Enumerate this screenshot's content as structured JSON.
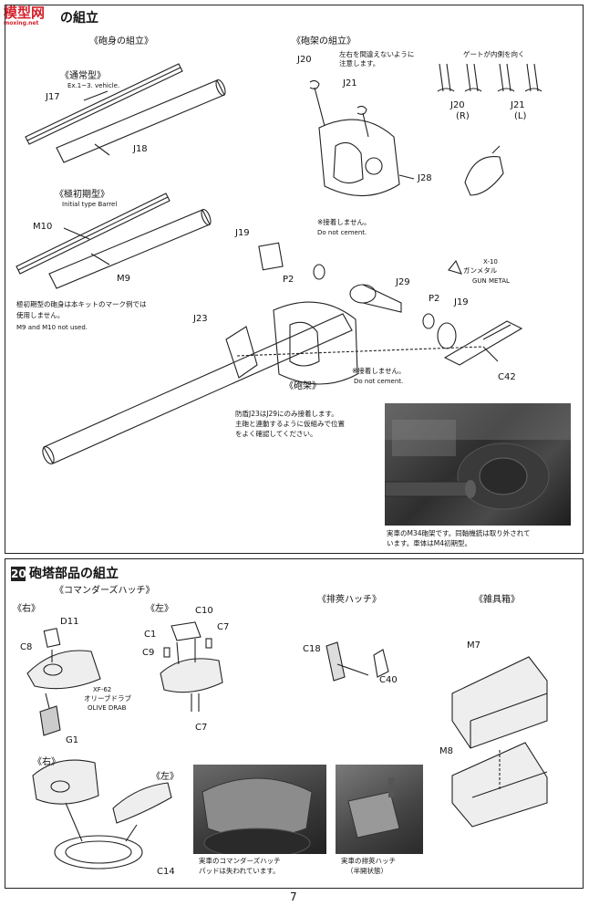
{
  "header": {
    "logo_text": "模型网",
    "logo_url_text": "moxing.net",
    "step_title": "の組立"
  },
  "section19": {
    "barrel_heading": "《砲身の組立》",
    "standard_type_label": "《通常型》",
    "standard_type_en": "Ex.1~3. vehicle.",
    "j17": "J17",
    "j18": "J18",
    "initial_type_label": "《極初期型》",
    "initial_type_en": "Initial type Barrel",
    "m10": "M10",
    "m9": "M9",
    "note_jp_1": "極初期型の砲身は本キットのマーク例では",
    "note_jp_2": "使用しません。",
    "note_en": "M9 and M10 not used.",
    "mount_heading": "《砲架の組立》",
    "j20": "J20",
    "j21": "J21",
    "orient_note_1": "左右を間違えないように",
    "orient_note_2": "注意します。",
    "gate_note": "ゲートが内側を向く",
    "j20r": "J20",
    "j20r_side": "(R)",
    "j21l": "J21",
    "j21l_side": "(L)",
    "j28": "J28",
    "j19a": "J19",
    "no_cement_jp": "※接着しません。",
    "no_cement_en": "Do not cement.",
    "p2a": "P2",
    "j29": "J29",
    "gun_metal_jp": "ガンメタル",
    "gun_metal_code": "X-10",
    "gun_metal_en": "GUN METAL",
    "p2b": "P2",
    "j19b": "J19",
    "j23": "J23",
    "mount_label": "《砲架》",
    "no_cement2_jp": "※接着しません。",
    "no_cement2_en": "Do not cement.",
    "c42": "C42",
    "j23_note_1": "防盾J23はJ29にのみ接着します。",
    "j23_note_2": "主砲と連動するように仮組みで位置",
    "j23_note_3": "をよく確認してください。",
    "photo_caption_1": "実車のM34砲架です。同軸機銃は取り外されて",
    "photo_caption_2": "います。車体はM4初期型。"
  },
  "section20": {
    "number": "20",
    "title": "砲塔部品の組立",
    "commander_hatch": "《コマンダーズハッチ》",
    "right": "《右》",
    "left": "《左》",
    "d11": "D11",
    "c8": "C8",
    "xf62_code": "XF-62",
    "xf62_jp": "オリーブドラブ",
    "xf62_en": "OLIVE DRAB",
    "g1": "G1",
    "c10": "C10",
    "c1": "C1",
    "c7a": "C7",
    "c9": "C9",
    "c7b": "C7",
    "vent_hatch": "《排莢ハッチ》",
    "c18": "C18",
    "c40": "C40",
    "tool_box": "《雑具箱》",
    "m7": "M7",
    "m8": "M8",
    "right2": "《右》",
    "left2": "《左》",
    "c14": "C14",
    "photo_caption_a1": "実車のコマンダーズハッチ",
    "photo_caption_a2": "パッドは失われています。",
    "photo_caption_b1": "実車の排莢ハッチ",
    "photo_caption_b2": "（半開状態）"
  },
  "page_number": "7"
}
